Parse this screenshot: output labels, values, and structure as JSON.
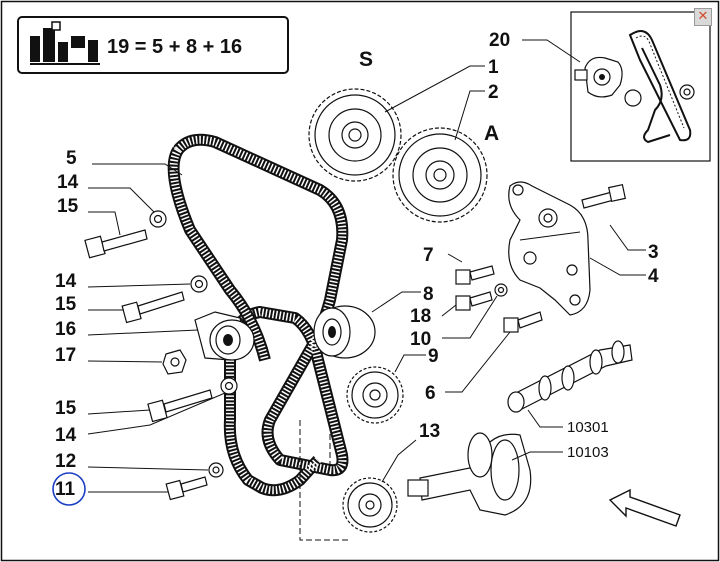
{
  "formula": {
    "text": "19 = 5 + 8 + 16"
  },
  "letters": {
    "s": "S",
    "a": "A"
  },
  "callouts": {
    "c1": "1",
    "c2": "2",
    "c3": "3",
    "c4": "4",
    "c5": "5",
    "c6": "6",
    "c7": "7",
    "c8": "8",
    "c9": "9",
    "c10": "10",
    "c11": "11",
    "c12": "12",
    "c13": "13",
    "c14a": "14",
    "c14b": "14",
    "c14c": "14",
    "c15a": "15",
    "c15b": "15",
    "c15c": "15",
    "c16": "16",
    "c17": "17",
    "c18": "18",
    "c20": "20",
    "c10301": "10301",
    "c10103": "10103"
  },
  "close": {
    "glyph": "✕"
  },
  "colors": {
    "highlight": "#1a3fc4",
    "close_icon": "#d24a2c",
    "lines": "#111111"
  }
}
